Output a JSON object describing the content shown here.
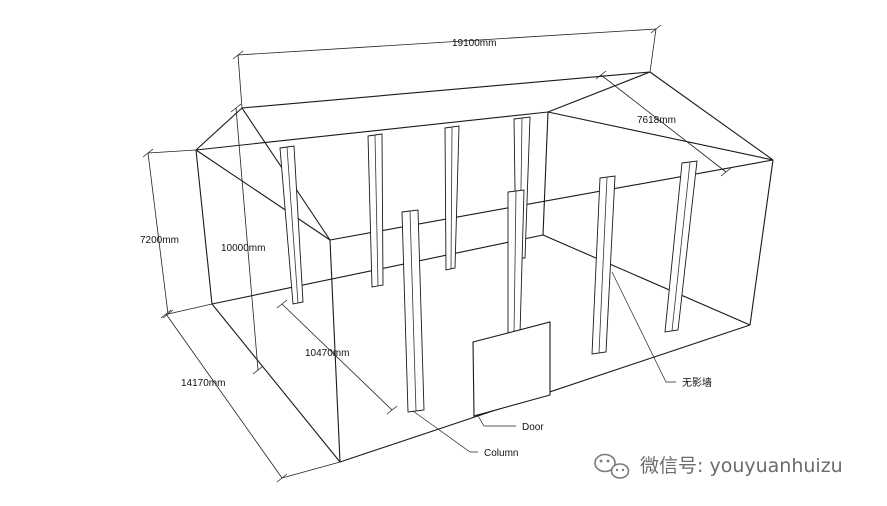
{
  "dimensions": {
    "length": "19100mm",
    "roof_slope": "7618mm",
    "wall_height": "7200mm",
    "ridge_height": "10000mm",
    "column_spacing": "10470mm",
    "width": "14170mm"
  },
  "labels": {
    "door": "Door",
    "column": "Column",
    "infinity_wall": "无影墙"
  },
  "watermark": {
    "prefix": "微信号:",
    "account": " youyuanhuizu"
  }
}
